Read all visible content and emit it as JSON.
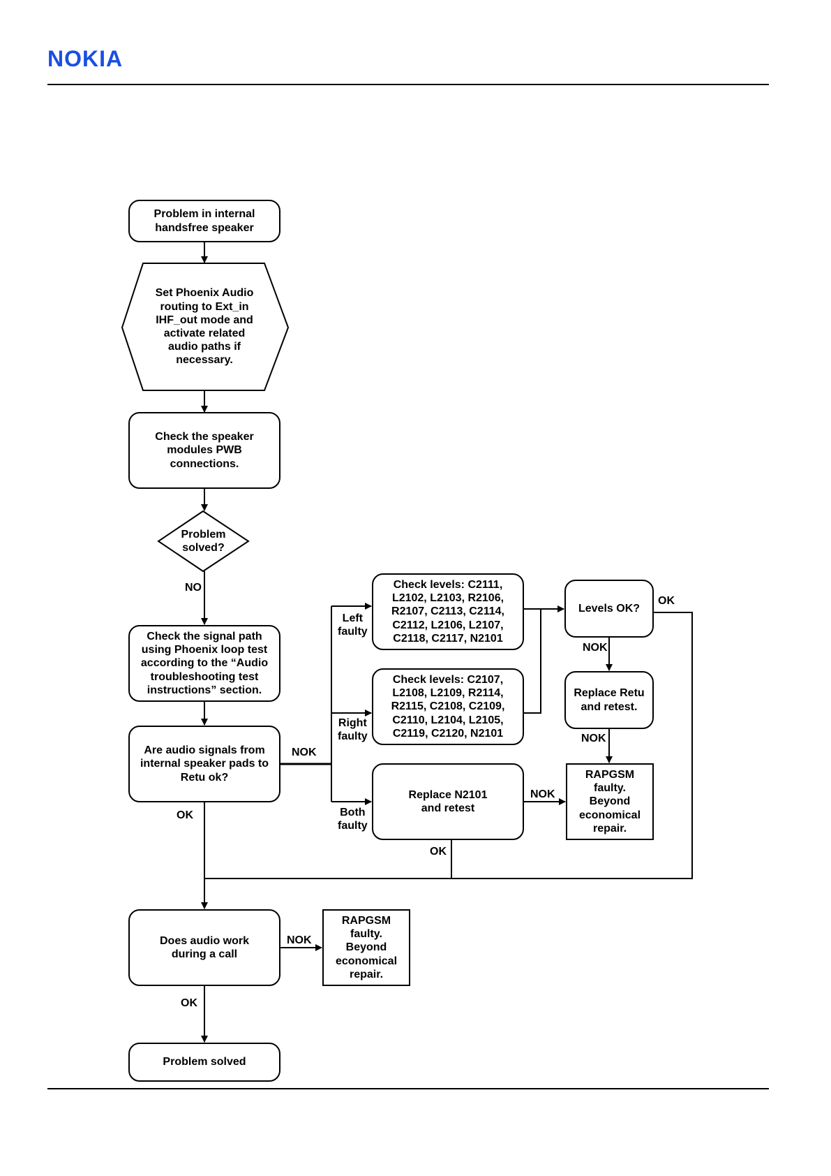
{
  "header": {
    "logo_text": "NOKIA",
    "logo_color": "#1a4fe0"
  },
  "flowchart": {
    "start": "Problem in internal\nhandsfree speaker",
    "set_routing": "Set Phoenix Audio\nrouting to Ext_in\nIHF_out mode and\nactivate related\naudio paths if\nnecessary.",
    "check_pwb": "Check the speaker\nmodules PWB\nconnections.",
    "problem_solved_q": "Problem\nsolved?",
    "check_signal_path": "Check the signal path\nusing Phoenix loop test\naccording to the “Audio\ntroubleshooting test\ninstructions” section.",
    "audio_signals_q": "Are audio signals from\ninternal speaker pads to\nRetu ok?",
    "check_left": "Check levels:  C2111,\nL2102, L2103, R2106,\nR2107, C2113, C2114,\nC2112, L2106, L2107,\nC2118, C2117, N2101",
    "check_right": "Check levels: C2107,\nL2108, L2109, R2114,\nR2115, C2108, C2109,\nC2110, L2104, L2105,\nC2119, C2120, N2101",
    "replace_n2101": "Replace N2101\nand retest",
    "levels_ok_q": "Levels OK?",
    "replace_retu": "Replace Retu\nand retest.",
    "rapgsm_1": "RAPGSM\nfaulty.\nBeyond\neconomical\nrepair.",
    "audio_call_q": "Does audio work\nduring a call",
    "rapgsm_2": "RAPGSM\nfaulty.\nBeyond\neconomical\nrepair.",
    "problem_solved": "Problem solved"
  },
  "edge_labels": {
    "no": "NO",
    "nok_main": "NOK",
    "ok_main": "OK",
    "left_faulty": "Left\nfaulty",
    "right_faulty": "Right\nfaulty",
    "both_faulty": "Both\nfaulty",
    "ok_levels": "OK",
    "nok_levels": "NOK",
    "nok_retu": "NOK",
    "nok_replace": "NOK",
    "ok_replace": "OK",
    "nok_call": "NOK",
    "ok_call": "OK"
  }
}
